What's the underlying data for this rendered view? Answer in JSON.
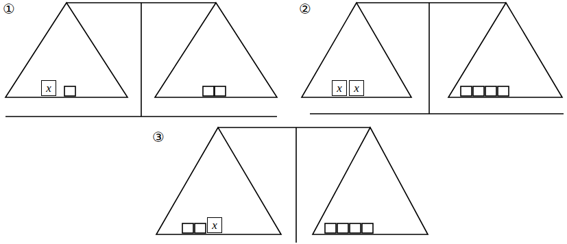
{
  "diagram": {
    "nodes": [
      {
        "text": [
          "x"
        ]
      },
      {
        "text": [
          "x"
        ]
      },
      {
        "text": [
          "x"
        ]
      },
      {
        "text": [
          "x"
        ]
      }
    ],
    "labels": [
      "①",
      "②",
      "③"
    ]
  }
}
